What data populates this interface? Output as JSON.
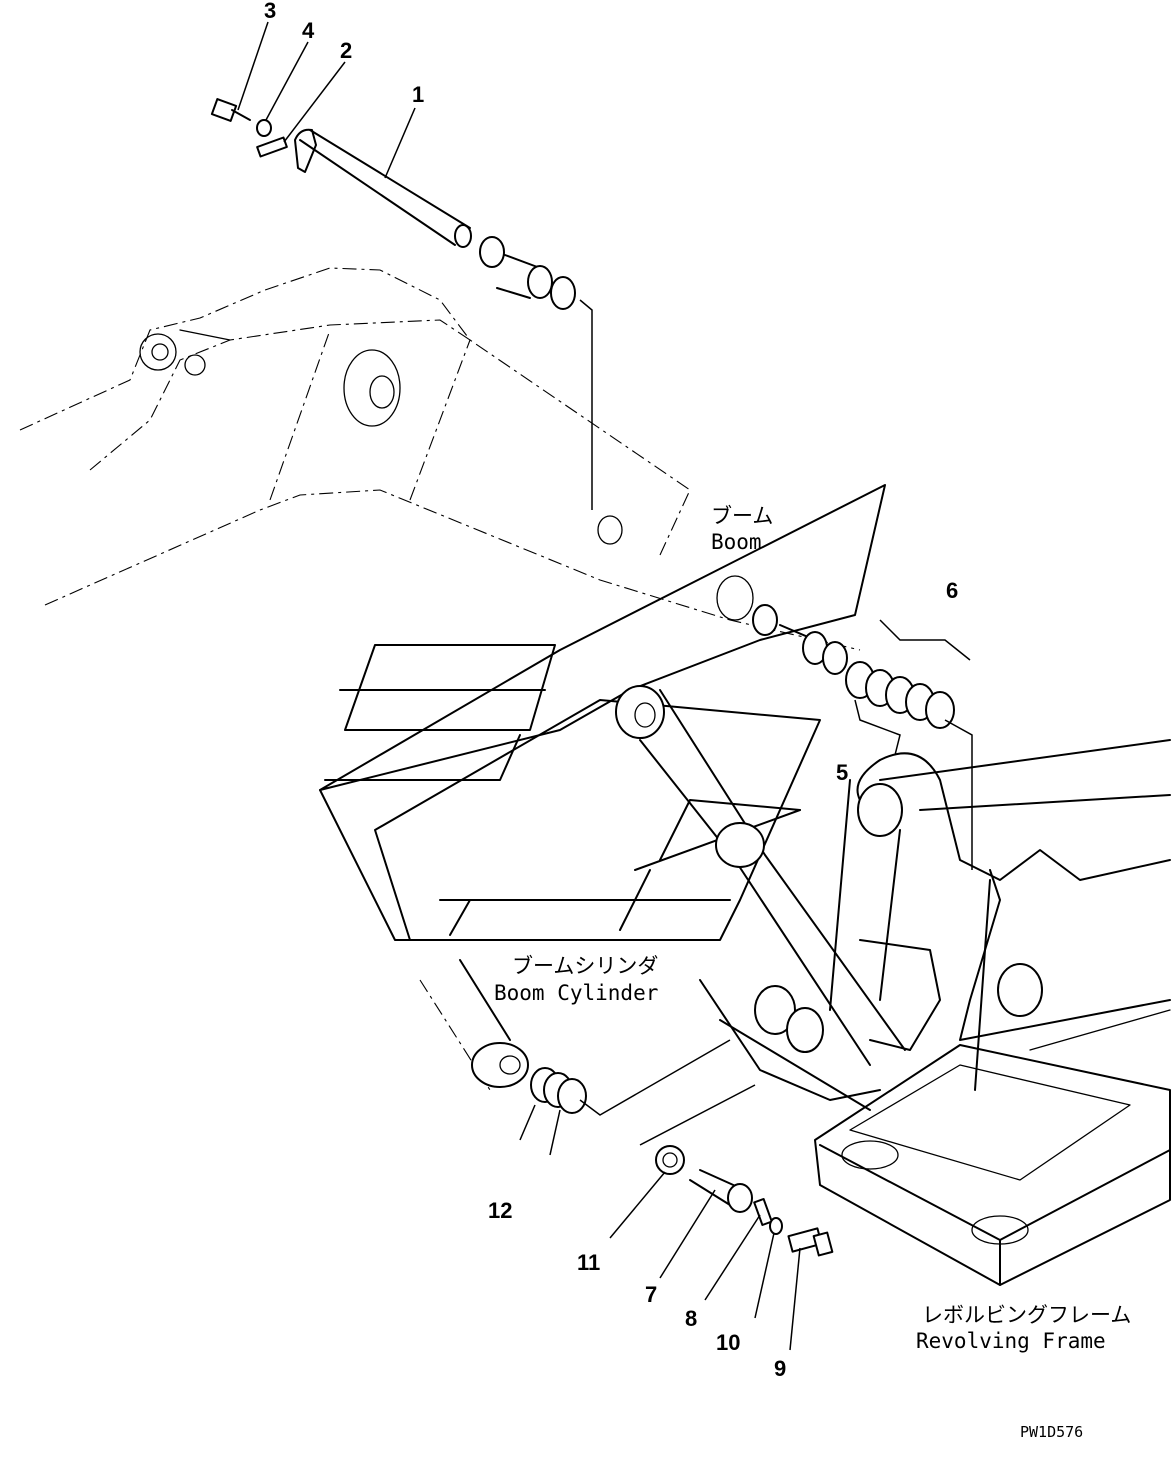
{
  "labels": {
    "boom_ja": "ブーム",
    "boom_en": "Boom",
    "boom_cylinder_ja": "ブームシリンダ",
    "boom_cylinder_en": "Boom Cylinder",
    "revolving_frame_ja": "レボルビングフレーム",
    "revolving_frame_en": "Revolving Frame"
  },
  "drawing_code": "PW1D576",
  "callouts": [
    "1",
    "2",
    "3",
    "4",
    "5",
    "6",
    "7",
    "8",
    "9",
    "10",
    "11",
    "12"
  ]
}
